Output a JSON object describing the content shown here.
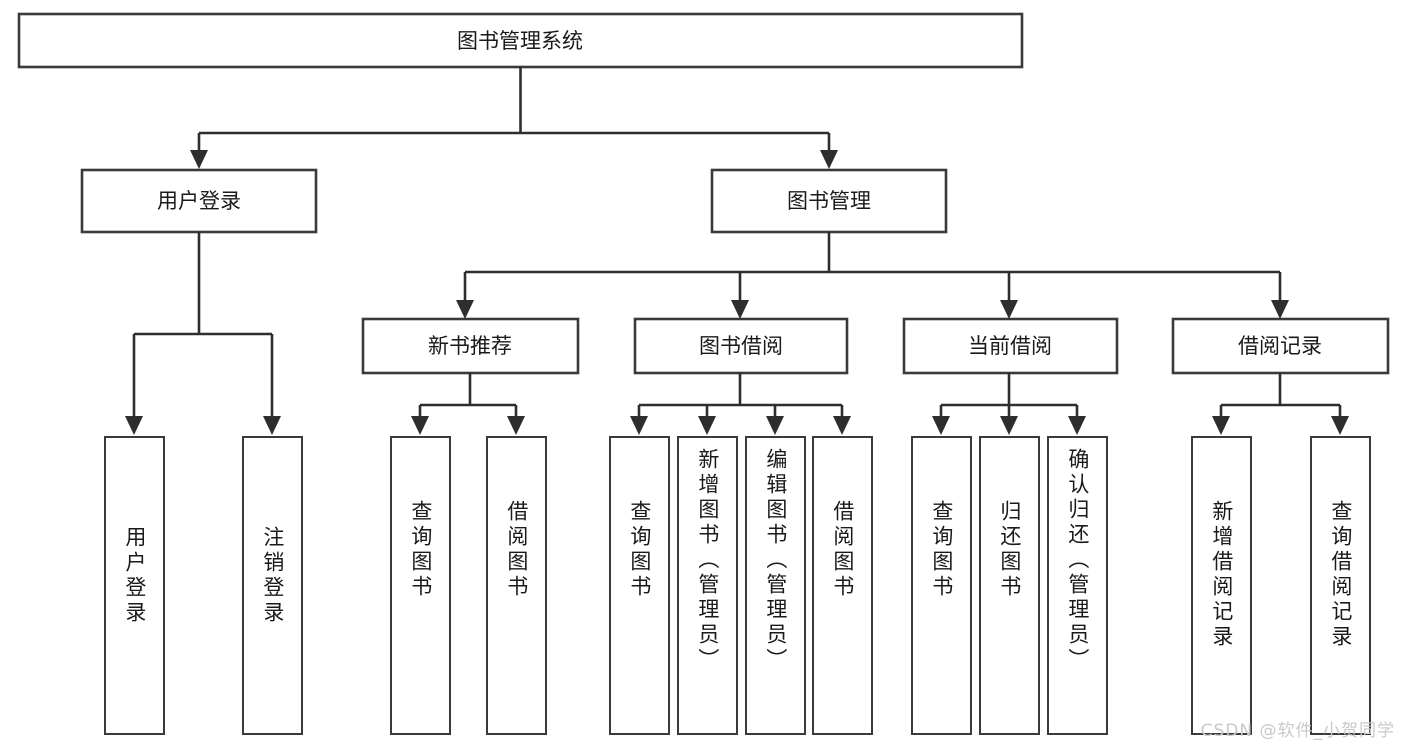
{
  "diagram": {
    "title": "图书管理系统",
    "type": "tree-hierarchy",
    "watermark": "CSDN @软件_小贺同学",
    "colors": {
      "box_stroke": "#3a3a3a",
      "connector": "#2e2e2e",
      "background": "#ffffff",
      "text": "#1a1a1a",
      "watermark": "#c9c9c9"
    },
    "root": {
      "label": "图书管理系统"
    },
    "level2": [
      {
        "label": "用户登录"
      },
      {
        "label": "图书管理"
      }
    ],
    "level3": [
      {
        "label": "新书推荐"
      },
      {
        "label": "图书借阅"
      },
      {
        "label": "当前借阅"
      },
      {
        "label": "借阅记录"
      }
    ],
    "leaves": {
      "user_login": [
        {
          "label": "用户登录"
        },
        {
          "label": "注销登录"
        }
      ],
      "new_book_recommend": [
        {
          "label": "查询图书"
        },
        {
          "label": "借阅图书"
        }
      ],
      "book_borrow": [
        {
          "label": "查询图书"
        },
        {
          "label": "新增图书（管理员）"
        },
        {
          "label": "编辑图书（管理员）"
        },
        {
          "label": "借阅图书"
        }
      ],
      "current_borrow": [
        {
          "label": "查询图书"
        },
        {
          "label": "归还图书"
        },
        {
          "label": "确认归还（管理员）"
        }
      ],
      "borrow_record": [
        {
          "label": "新增借阅记录"
        },
        {
          "label": "查询借阅记录"
        }
      ]
    }
  }
}
